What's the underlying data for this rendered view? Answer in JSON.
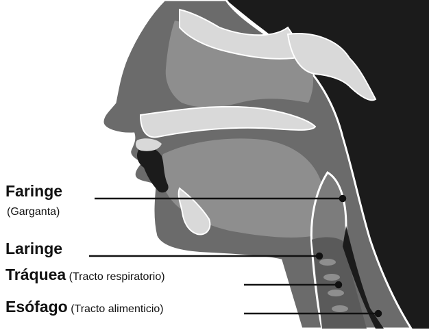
{
  "labels": {
    "faringe": "Faringe",
    "garganta": "(Garganta)",
    "laringe": "Laringe",
    "traquea": "Tráquea",
    "traquea_note": "(Tracto respiratorio)",
    "esofago": "Esófago",
    "esofago_note": "(Tracto alimenticio)"
  },
  "colors": {
    "background": "#ffffff",
    "skull_dark": "#1b1b1b",
    "head_gray": "#6b6b6b",
    "cavity_gray": "#8e8e8e",
    "bone_light": "#d9d9d9",
    "leader_line": "#111111"
  }
}
